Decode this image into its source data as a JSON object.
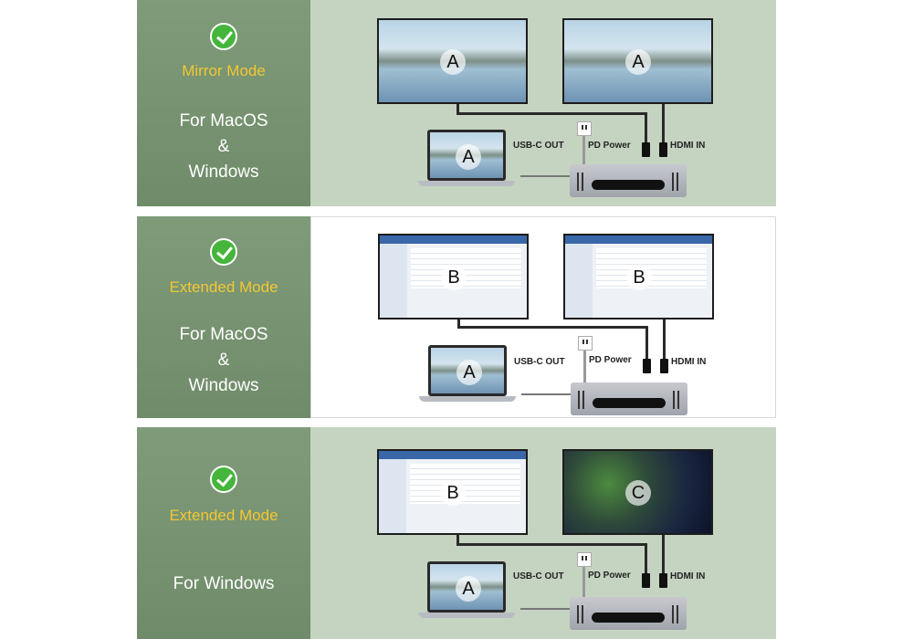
{
  "panels": [
    {
      "mode": "Mirror Mode",
      "os_lines": [
        "For MacOS",
        "&",
        "Windows"
      ],
      "monitor_letters": [
        "A",
        "A"
      ],
      "laptop_letter": "A",
      "labels": {
        "usb": "USB-C OUT",
        "pd": "PD Power",
        "hdmi": "HDMI IN"
      },
      "background": "#c5d4c1"
    },
    {
      "mode": "Extended Mode",
      "os_lines": [
        "For MacOS",
        "&",
        "Windows"
      ],
      "monitor_letters": [
        "B",
        "B"
      ],
      "laptop_letter": "A",
      "labels": {
        "usb": "USB-C OUT",
        "pd": "PD Power",
        "hdmi": "HDMI IN"
      },
      "background": "#ffffff"
    },
    {
      "mode": "Extended Mode",
      "os_lines": [
        "For Windows"
      ],
      "monitor_letters": [
        "B",
        "C"
      ],
      "laptop_letter": "A",
      "labels": {
        "usb": "USB-C OUT",
        "pd": "PD Power",
        "hdmi": "HDMI IN"
      },
      "background": "#c5d4c1"
    }
  ],
  "colors": {
    "mode_text": "#f3c735",
    "check": "#45b53b",
    "left_panel": "#7f9b79"
  }
}
